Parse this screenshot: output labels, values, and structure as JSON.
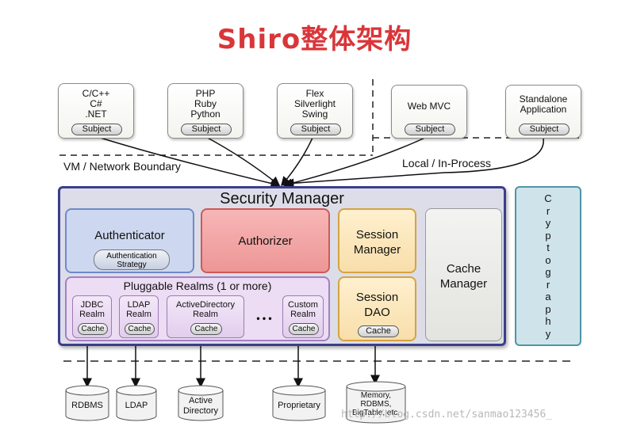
{
  "title": "Shiro整体架构",
  "clients": [
    {
      "lines": [
        "C/C++",
        "C#",
        ".NET"
      ],
      "badge": "Subject"
    },
    {
      "lines": [
        "PHP",
        "Ruby",
        "Python"
      ],
      "badge": "Subject"
    },
    {
      "lines": [
        "Flex",
        "Silverlight",
        "Swing"
      ],
      "badge": "Subject"
    },
    {
      "lines": [
        "Web MVC"
      ],
      "badge": "Subject"
    },
    {
      "lines": [
        "Standalone",
        "Application"
      ],
      "badge": "Subject"
    }
  ],
  "boundary_labels": {
    "network": "VM / Network Boundary",
    "local": "Local / In-Process"
  },
  "security_manager": {
    "title": "Security Manager",
    "authenticator": {
      "label": "Authenticator",
      "strategy": [
        "Authentication",
        "Strategy"
      ]
    },
    "authorizer": "Authorizer",
    "session_manager": [
      "Session",
      "Manager"
    ],
    "session_dao": {
      "lines": [
        "Session",
        "DAO"
      ],
      "cache": "Cache"
    },
    "cache_manager": [
      "Cache",
      "Manager"
    ],
    "realms": {
      "title": "Pluggable Realms (1 or more)",
      "items": [
        {
          "lines": [
            "JDBC",
            "Realm"
          ],
          "cache": "Cache"
        },
        {
          "lines": [
            "LDAP",
            "Realm"
          ],
          "cache": "Cache"
        },
        {
          "lines": [
            "ActiveDirectory",
            "Realm"
          ],
          "cache": "Cache"
        },
        {
          "lines": [
            "Custom",
            "Realm"
          ],
          "cache": "Cache"
        }
      ],
      "ellipsis": "• • •"
    }
  },
  "cryptography": [
    "C",
    "r",
    "y",
    "p",
    "t",
    "o",
    "g",
    "r",
    "a",
    "p",
    "h",
    "y"
  ],
  "datastores": [
    {
      "lines": [
        "RDBMS"
      ]
    },
    {
      "lines": [
        "LDAP"
      ]
    },
    {
      "lines": [
        "Active",
        "Directory"
      ]
    },
    {
      "lines": [
        "Proprietary"
      ]
    },
    {
      "lines": [
        "Memory,",
        "RDBMS,",
        "BigTable, etc."
      ]
    }
  ],
  "watermark": "http://blog.csdn.net/sanmao123456_",
  "colors": {
    "title": "#d9363a",
    "security_manager_border": "#3b3e8c",
    "authorizer": "#ee9696",
    "session": "#f8deaa",
    "realms": "#ecdcf4",
    "cryptography": "#cfe3ea"
  }
}
